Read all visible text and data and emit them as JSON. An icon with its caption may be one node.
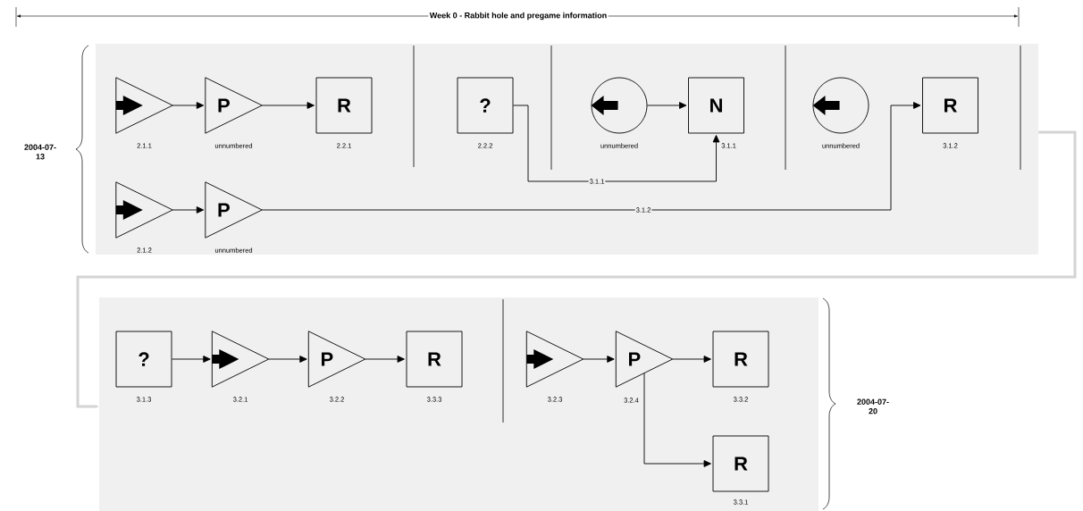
{
  "diagram": {
    "title": "Week 0 - Rabbit hole and pregame information",
    "nodes": [
      {
        "text": [],
        "shape": "box"
      },
      {
        "text": [],
        "shape": "triangle",
        "beside": [
          "2.1.1"
        ],
        "in": 0
      },
      {
        "text": [
          "P"
        ],
        "beside": [
          "unnumbered"
        ],
        "in": 0
      },
      {
        "text": [
          "R"
        ],
        "beside": [
          "2.2.1"
        ],
        "in": 0
      },
      {
        "text": [
          "?"
        ],
        "beside": [
          "2.2.2"
        ],
        "in": 0
      },
      {
        "text": [],
        "shape": "circle",
        "beside": [
          "unnumbered"
        ],
        "in": 0
      },
      {
        "text": [
          "N"
        ],
        "beside": [
          "3.1.1"
        ],
        "in": 0
      },
      {
        "text": [],
        "shape": "circle",
        "beside": [
          "unnumbered"
        ],
        "in": 0
      },
      {
        "text": [
          "R"
        ],
        "beside": [
          "3.1.2"
        ],
        "in": 0
      },
      {
        "text": [],
        "shape": "triangle",
        "beside": [
          "2.1.2"
        ],
        "in": 0
      },
      {
        "text": [
          "P"
        ],
        "beside": [
          "unnumbered"
        ],
        "in": 0
      },
      {
        "text": [],
        "shape": "box"
      },
      {
        "text": [
          "?"
        ],
        "beside": [
          "3.1.3"
        ],
        "in": 11
      },
      {
        "text": [],
        "shape": "triangle",
        "beside": [
          "3.2.1"
        ],
        "in": 11
      },
      {
        "text": [
          "P"
        ],
        "beside": [
          "3.2.2"
        ],
        "in": 11
      },
      {
        "text": [
          "R"
        ],
        "beside": [
          "3.3.3"
        ],
        "in": 11
      },
      {
        "text": [],
        "shape": "triangle",
        "beside": [
          "3.2.3"
        ],
        "in": 11
      },
      {
        "text": [
          "P"
        ],
        "beside": [
          "3.2.4"
        ],
        "in": 11
      },
      {
        "text": [
          "R"
        ],
        "beside": [
          "3.3.2"
        ],
        "in": 11
      },
      {
        "text": [
          "R"
        ],
        "beside": [
          "3.3.1"
        ],
        "in": 11
      }
    ],
    "edges": [
      {
        "from": 1,
        "to": 2,
        "arrow": "to"
      },
      {
        "from": 2,
        "to": 3,
        "arrow": "to"
      },
      {
        "from": 4,
        "to": 6,
        "arrow": "to",
        "label": "3.1.1"
      },
      {
        "from": 5,
        "to": 6,
        "arrow": "to"
      },
      {
        "from": 9,
        "to": 10,
        "arrow": "to"
      },
      {
        "from": 10,
        "to": 8,
        "arrow": "to",
        "label": "3.1.2"
      },
      {
        "from": 0,
        "to": 11,
        "arrow": "to",
        "style": "thick",
        "color": "#d4d4d4"
      },
      {
        "from": 12,
        "to": 13,
        "arrow": "to"
      },
      {
        "from": 13,
        "to": 14,
        "arrow": "to"
      },
      {
        "from": 14,
        "to": 15,
        "arrow": "to"
      },
      {
        "from": 16,
        "to": 17,
        "arrow": "to"
      },
      {
        "from": 17,
        "to": 18,
        "arrow": "to"
      },
      {
        "from": 17,
        "to": 19,
        "arrow": "to"
      }
    ],
    "labels": [
      "2004-07- 13",
      "2004-07- 20"
    ]
  }
}
